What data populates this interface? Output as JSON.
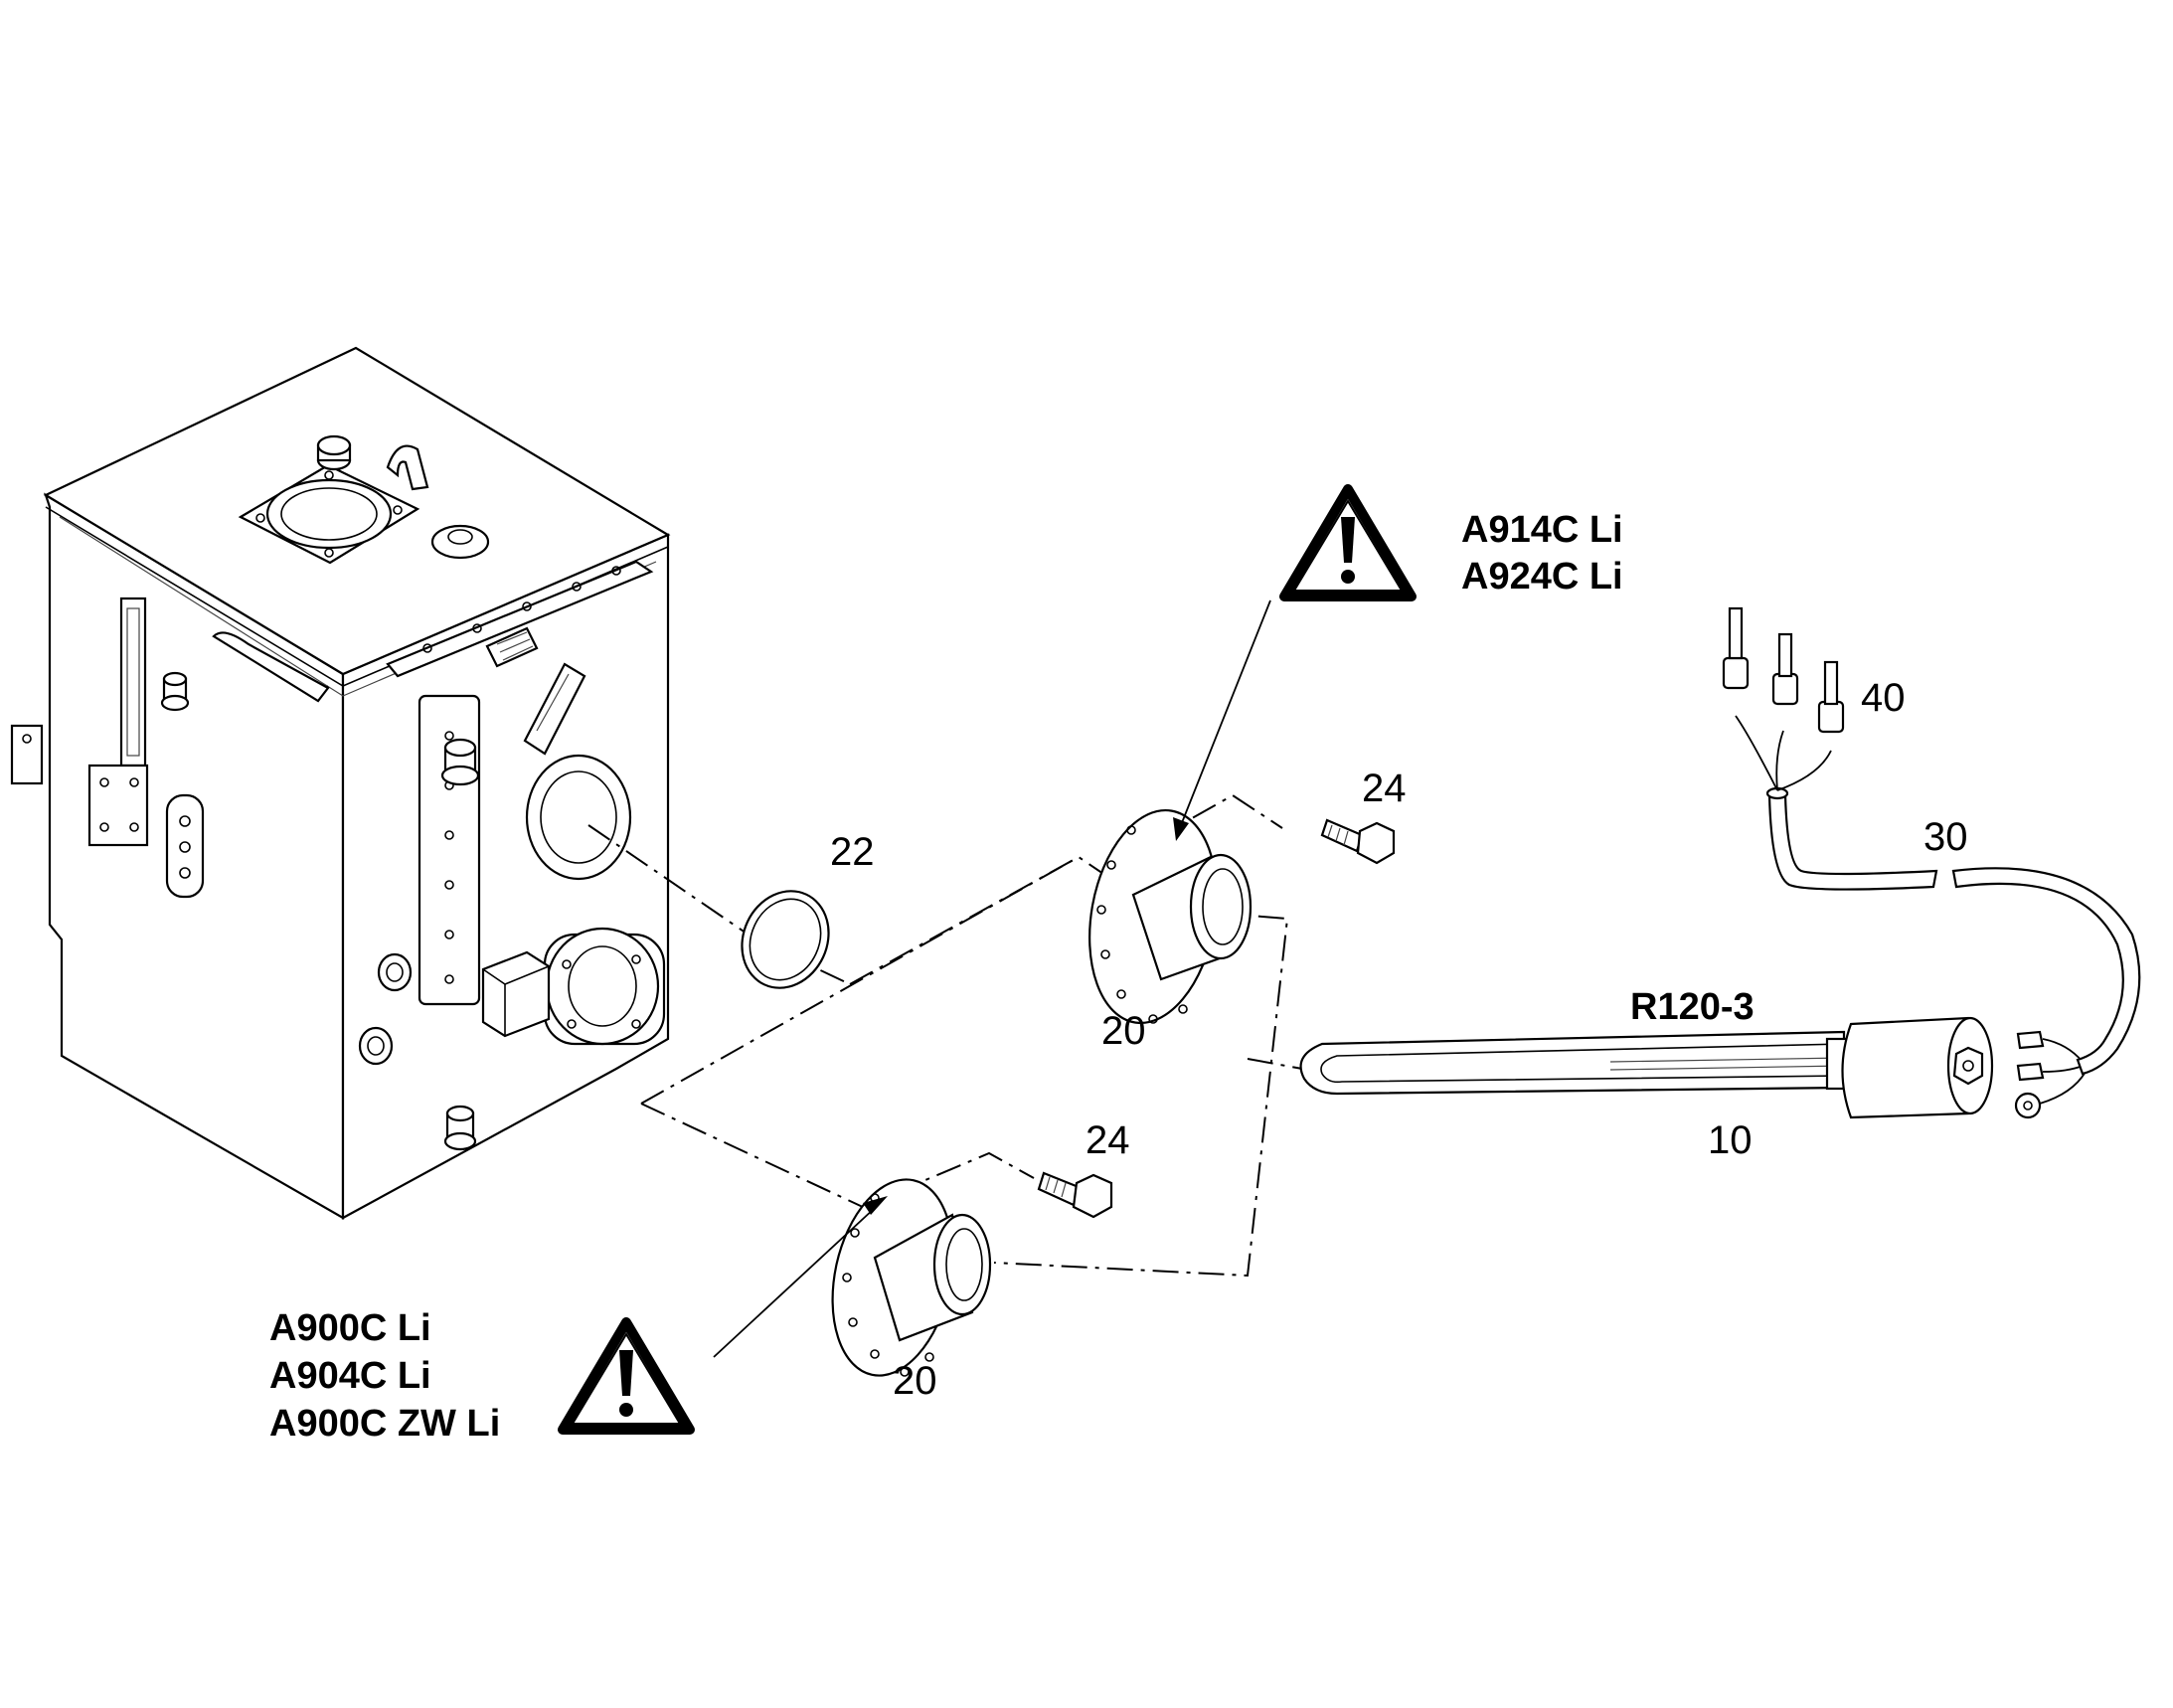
{
  "callouts": {
    "item_10": "10",
    "item_20_upper": "20",
    "item_20_lower": "20",
    "item_22": "22",
    "item_24_upper": "24",
    "item_24_lower": "24",
    "item_30": "30",
    "item_40": "40",
    "heater_ref": "R120-3"
  },
  "warnings": {
    "upper_models": [
      "A914C Li",
      "A924C Li"
    ],
    "lower_models": [
      "A900C Li",
      "A904C Li",
      "A900C ZW Li"
    ],
    "icon": "warning-triangle-icon"
  }
}
